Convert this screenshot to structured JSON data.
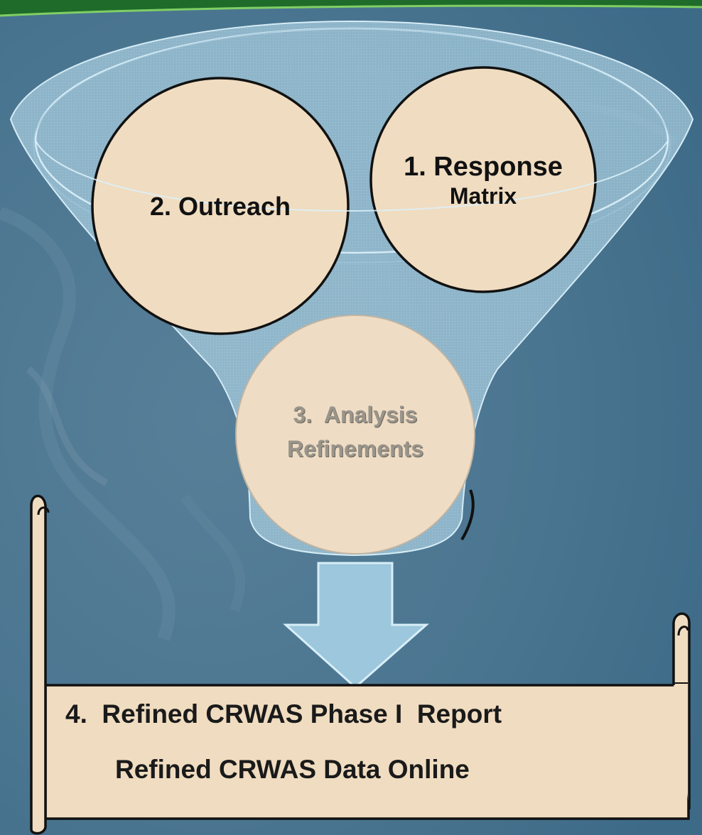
{
  "diagram": {
    "steps": [
      {
        "id": "response",
        "label_line1": "1. Response",
        "label_line2": "Matrix"
      },
      {
        "id": "outreach",
        "label": "2. Outreach"
      },
      {
        "id": "analysis",
        "label_line1": "3.  Analysis",
        "label_line2": "Refinements"
      }
    ],
    "result": {
      "line1": "4.  Refined CRWAS Phase I  Report",
      "line2": "Refined CRWAS Data Online"
    }
  },
  "colors": {
    "background": "#4d7895",
    "funnel": "#a9cfe2",
    "circle_fill": "#f0dcc0",
    "scroll_fill": "#f0dcc0",
    "outline": "#111111"
  }
}
